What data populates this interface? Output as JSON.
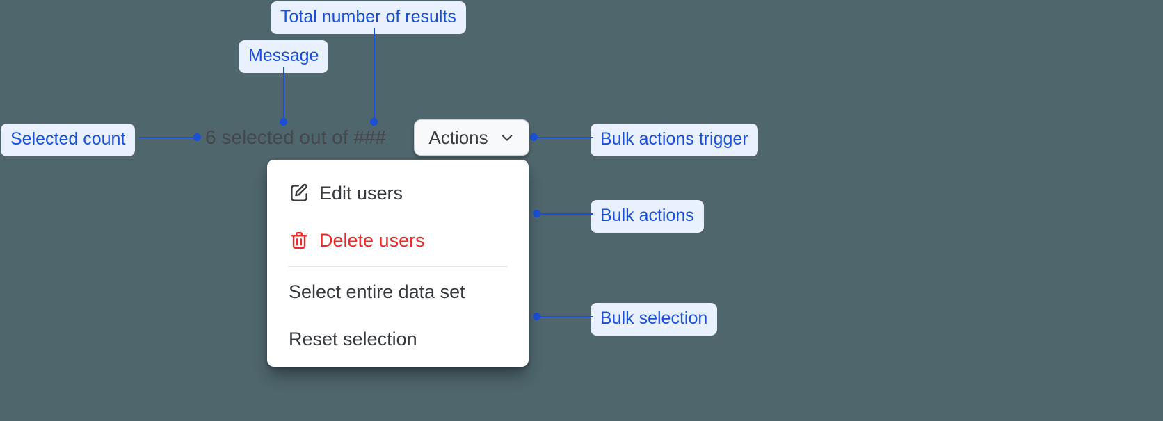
{
  "canvas": {
    "background_color": "#4f666d",
    "annotation_color": "#1a4fd6",
    "annotation_pill_background": "#eaf1fe"
  },
  "annotations": [
    {
      "label": "Total number of results",
      "name": "callout-total-number-of-results"
    },
    {
      "label": "Message",
      "name": "callout-message"
    },
    {
      "label": "Selected count",
      "name": "callout-selected-count"
    },
    {
      "label": "Bulk actions trigger",
      "name": "callout-bulk-actions-trigger"
    },
    {
      "label": "Bulk actions",
      "name": "callout-bulk-actions"
    },
    {
      "label": "Bulk selection",
      "name": "callout-bulk-selection"
    }
  ],
  "bulk_bar": {
    "selected_count": "6",
    "total_results_placeholder": "###",
    "message": "6 selected out of ###",
    "message_color": "#44484c",
    "trigger": {
      "label": "Actions",
      "icon": "chevron-down-icon",
      "background": "#f8f9fa",
      "text_color": "#3c4043"
    }
  },
  "menu": {
    "groups": [
      {
        "name": "bulk-actions",
        "items": [
          {
            "label": "Edit users",
            "icon": "edit-pencil-square-icon",
            "tone": "default",
            "color": "#36393d"
          },
          {
            "label": "Delete users",
            "icon": "trash-icon",
            "tone": "danger",
            "color": "#f02828"
          }
        ]
      },
      {
        "name": "bulk-selection",
        "items": [
          {
            "label": "Select entire data set",
            "icon": null,
            "tone": "default",
            "color": "#36393d"
          },
          {
            "label": "Reset selection",
            "icon": null,
            "tone": "default",
            "color": "#36393d"
          }
        ]
      }
    ]
  }
}
